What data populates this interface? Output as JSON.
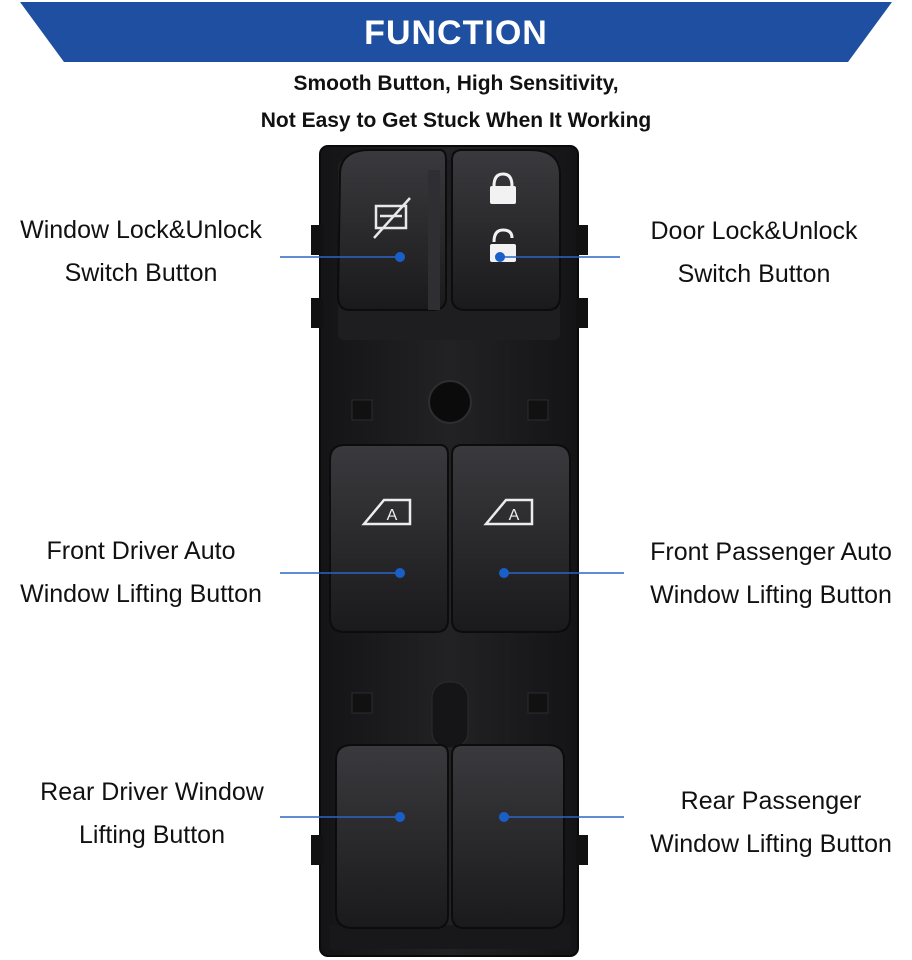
{
  "banner": {
    "title": "FUNCTION"
  },
  "subtitle": {
    "line1": "Smooth Button, High Sensitivity,",
    "line2": "Not Easy to Get Stuck When It Working"
  },
  "labels": {
    "window_lock": {
      "line1": "Window Lock&Unlock",
      "line2": "Switch Button"
    },
    "door_lock": {
      "line1": "Door Lock&Unlock",
      "line2": "Switch Button"
    },
    "front_driver": {
      "line1": "Front Driver Auto",
      "line2": "Window Lifting Button"
    },
    "front_passenger": {
      "line1": "Front Passenger Auto",
      "line2": "Window Lifting Button"
    },
    "rear_driver": {
      "line1": "Rear Driver Window",
      "line2": "Lifting Button"
    },
    "rear_passenger": {
      "line1": "Rear Passenger",
      "line2": "Window Lifting Button"
    }
  },
  "button_glyph": "A",
  "colors": {
    "banner": "#1e4fa0",
    "marker": "#1a5fc8",
    "switch_body": "#1c1c1e"
  }
}
